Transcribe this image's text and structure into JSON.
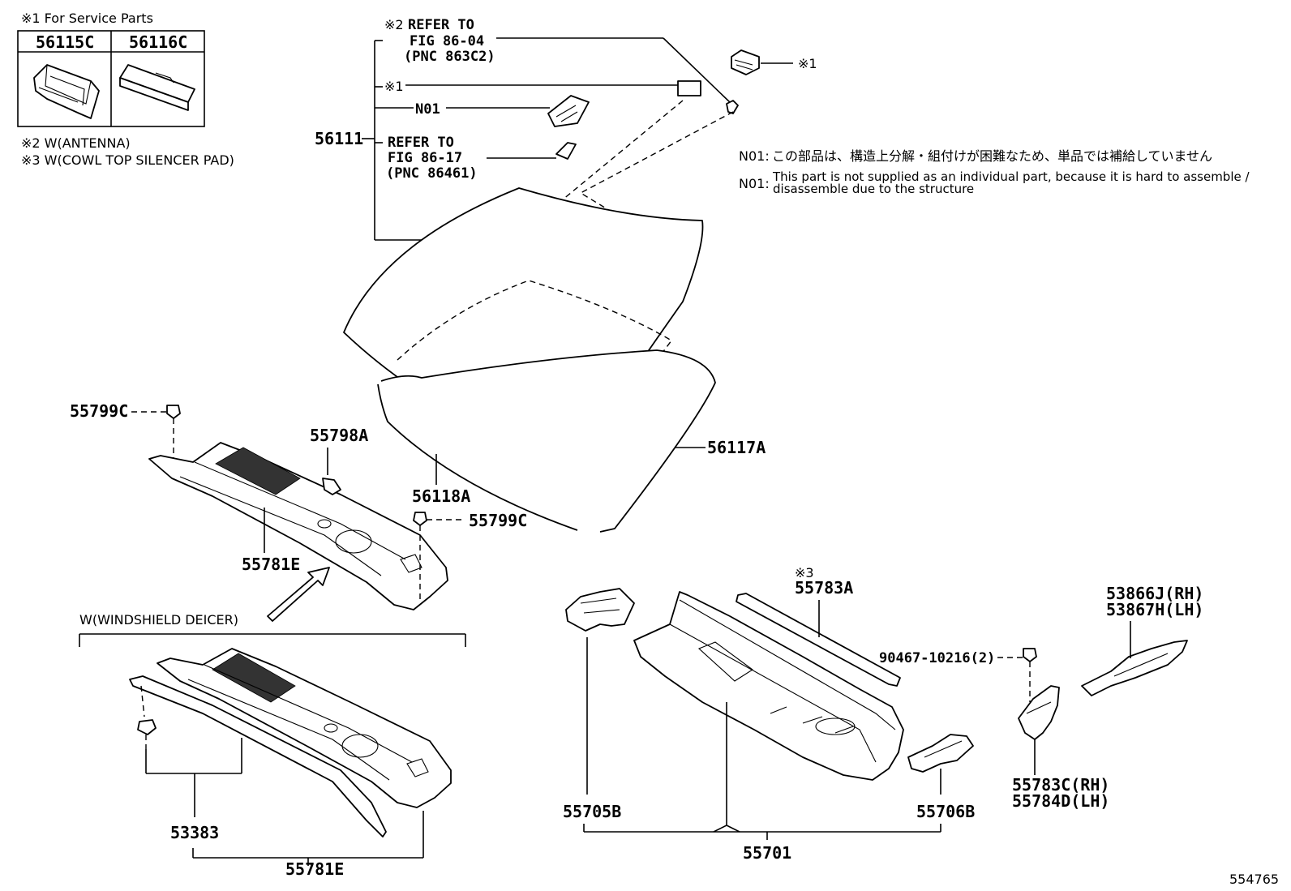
{
  "service_note": {
    "mark1_label": "※1 For Service Parts",
    "part_left": "56115C",
    "part_right": "56116C",
    "mark2": "※2 W(ANTENNA)",
    "mark3": "※3 W(COWL TOP SILENCER PAD)"
  },
  "refs": {
    "ref1": {
      "mark": "※2",
      "line1": "REFER TO",
      "line2": "FIG 86-04",
      "line3": "(PNC 863C2)"
    },
    "ref2": {
      "line1": "REFER TO",
      "line2": "FIG 86-17",
      "line3": "(PNC 86461)"
    },
    "mark1_left": "※1",
    "mark1_right": "※1",
    "n01_callout": "N01",
    "mark3_small": "※3"
  },
  "n01_note": {
    "label1": "N01:",
    "jp": "この部品は、構造上分解・組付けが困難なため、単品では補給していません",
    "label2": "N01:",
    "en_line1": "This part is not supplied as an individual part, because it is hard to assemble /",
    "en_line2": "disassemble due to the structure"
  },
  "parts": {
    "p56111": "56111",
    "p56117A": "56117A",
    "p56118A": "56118A",
    "p55799C_top": "55799C",
    "p55799C_mid": "55799C",
    "p55798A": "55798A",
    "p55781E_top": "55781E",
    "p55781E_bottom": "55781E",
    "p53383": "53383",
    "p55783A": "55783A",
    "p90467": "90467-10216(2)",
    "p53866J": "53866J(RH)",
    "p53867H": "53867H(LH)",
    "p55783C": "55783C(RH)",
    "p55784D": "55784D(LH)",
    "p55705B": "55705B",
    "p55706B": "55706B",
    "p55701": "55701"
  },
  "deicer_label": "W(WINDSHIELD DEICER)",
  "figure_number": "554765"
}
